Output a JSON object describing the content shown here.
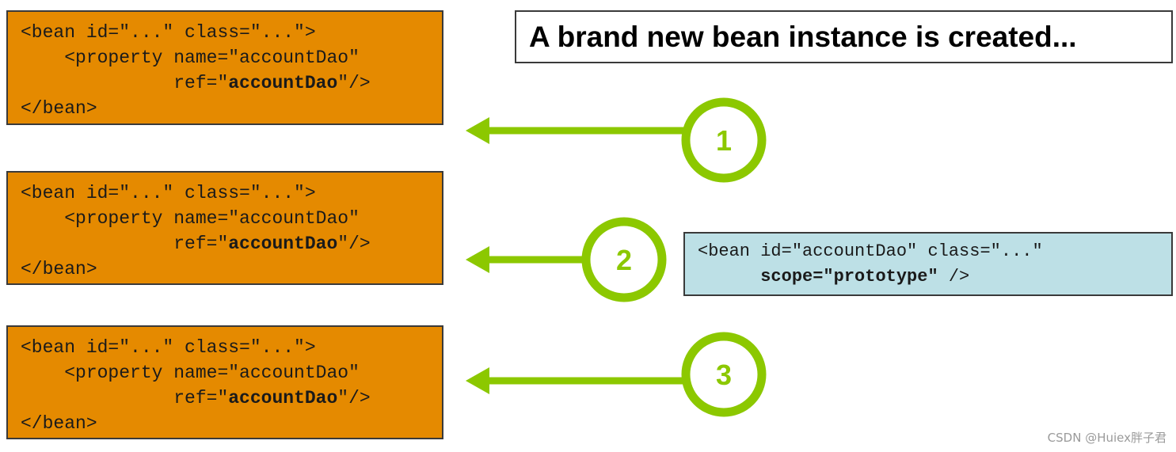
{
  "title": "A brand new bean instance is created...",
  "bean_boxes": [
    {
      "line1": "<bean id=\"...\" class=\"...\">",
      "line2": "    <property name=\"accountDao\"",
      "line3_prefix": "              ref=\"",
      "line3_ref": "accountDao",
      "line3_suffix": "\"/>",
      "line4": "</bean>"
    },
    {
      "line1": "<bean id=\"...\" class=\"...\">",
      "line2": "    <property name=\"accountDao\"",
      "line3_prefix": "              ref=\"",
      "line3_ref": "accountDao",
      "line3_suffix": "\"/>",
      "line4": "</bean>"
    },
    {
      "line1": "<bean id=\"...\" class=\"...\">",
      "line2": "    <property name=\"accountDao\"",
      "line3_prefix": "              ref=\"",
      "line3_ref": "accountDao",
      "line3_suffix": "\"/>",
      "line4": "</bean>"
    }
  ],
  "scope_box": {
    "line1": "<bean id=\"accountDao\" class=\"...\"",
    "line2_indent": "      ",
    "line2_bold": "scope=\"prototype\"",
    "line2_suffix": " />"
  },
  "circles": [
    {
      "label": "1"
    },
    {
      "label": "2"
    },
    {
      "label": "3"
    }
  ],
  "colors": {
    "bean_box_fill": "#e58a00",
    "scope_box_fill": "#bde0e6",
    "arrow_green": "#8cc800",
    "border": "#3a3a3a"
  },
  "watermark": "CSDN @Huiex胖子君"
}
